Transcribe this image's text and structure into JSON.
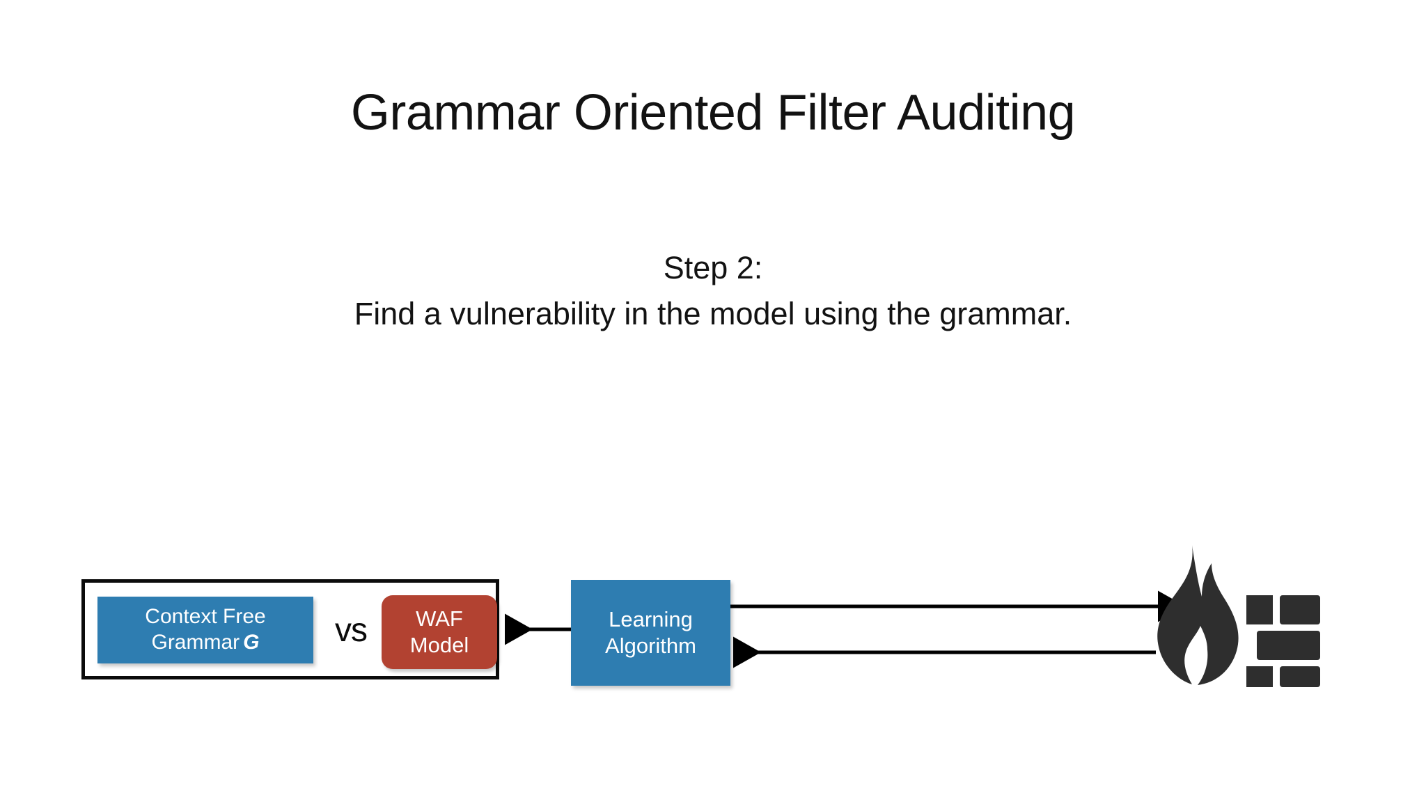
{
  "slide": {
    "title": "Grammar Oriented Filter Auditing",
    "subtitle_line1": "Step 2:",
    "subtitle_line2": "Find a vulnerability in the model using the grammar."
  },
  "diagram": {
    "compare_group": {
      "cfg_node": {
        "line1": "Context Free",
        "line2": "Grammar",
        "symbol": "G",
        "color": "#2e7db1",
        "text_color": "#ffffff"
      },
      "versus_label": "vs",
      "waf_node": {
        "line1": "WAF",
        "line2": "Model",
        "color": "#b24231",
        "text_color": "#ffffff"
      },
      "frame_color": "#0b0b0b"
    },
    "learning_node": {
      "line1": "Learning",
      "line2": "Algorithm",
      "color": "#2e7db1",
      "text_color": "#ffffff"
    },
    "firewall_node": {
      "icon": "firewall-icon",
      "color": "#2e2e2e"
    },
    "arrows": [
      {
        "name": "learning-to-waf-model",
        "direction": "left",
        "color": "#000000"
      },
      {
        "name": "learning-to-firewall",
        "direction": "right",
        "color": "#000000"
      },
      {
        "name": "firewall-to-learning",
        "direction": "left",
        "color": "#000000"
      }
    ]
  }
}
